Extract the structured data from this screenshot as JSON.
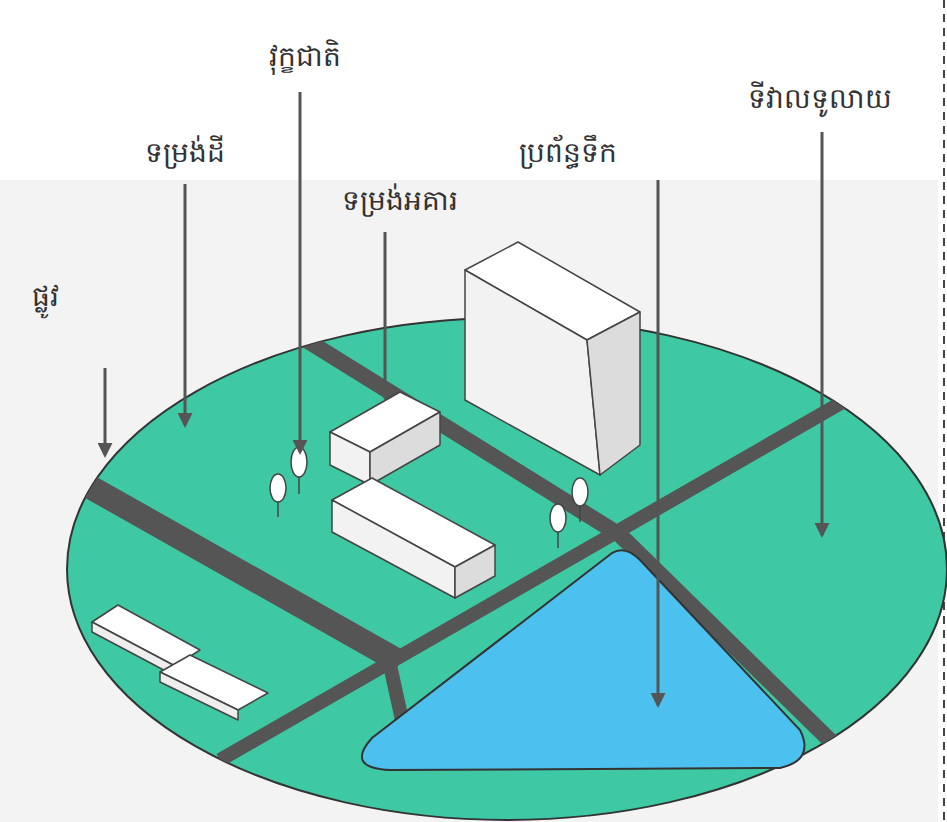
{
  "diagram": {
    "labels": [
      "វុក្ខជាតិ",
      "ទម្រង់ដី",
      "ទម្រង់អគារ",
      "ប្រព័ន្ធទឹក",
      "ទីវាលទូលាយ",
      "ផ្លូវ"
    ]
  }
}
